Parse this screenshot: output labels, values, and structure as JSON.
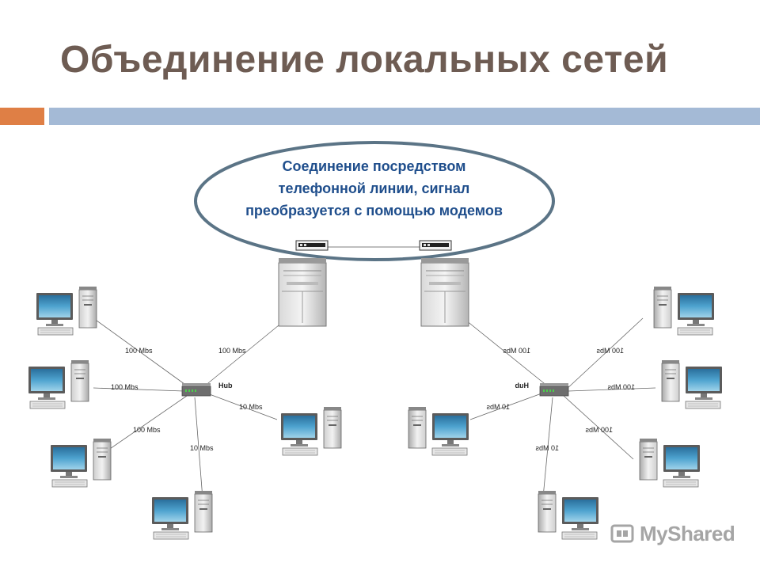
{
  "slide": {
    "title": "Объединение локальных сетей",
    "callout": "Соединение посредством телефонной линии, сигнал преобразуется с помощью модемов",
    "accent_orange": "#df7f45",
    "accent_blue": "#a4bad6",
    "title_color": "#6e5c53",
    "callout_color": "#1f4e8c"
  },
  "left_network": {
    "hub_label": "Hub",
    "link_labels": [
      "100 Mbs",
      "100 Mbs",
      "100 Mbs",
      "100 Mbs",
      "10 Mbs",
      "10 Mbs"
    ]
  },
  "right_network": {
    "hub_label": "Hub",
    "link_labels": [
      "100 Mbs",
      "100 Mbs",
      "100 Mbs",
      "100 Mbs",
      "10 Mbs",
      "10 Mbs"
    ]
  },
  "watermark": {
    "text": "MyShared",
    "icon": "myshared-logo-icon"
  }
}
